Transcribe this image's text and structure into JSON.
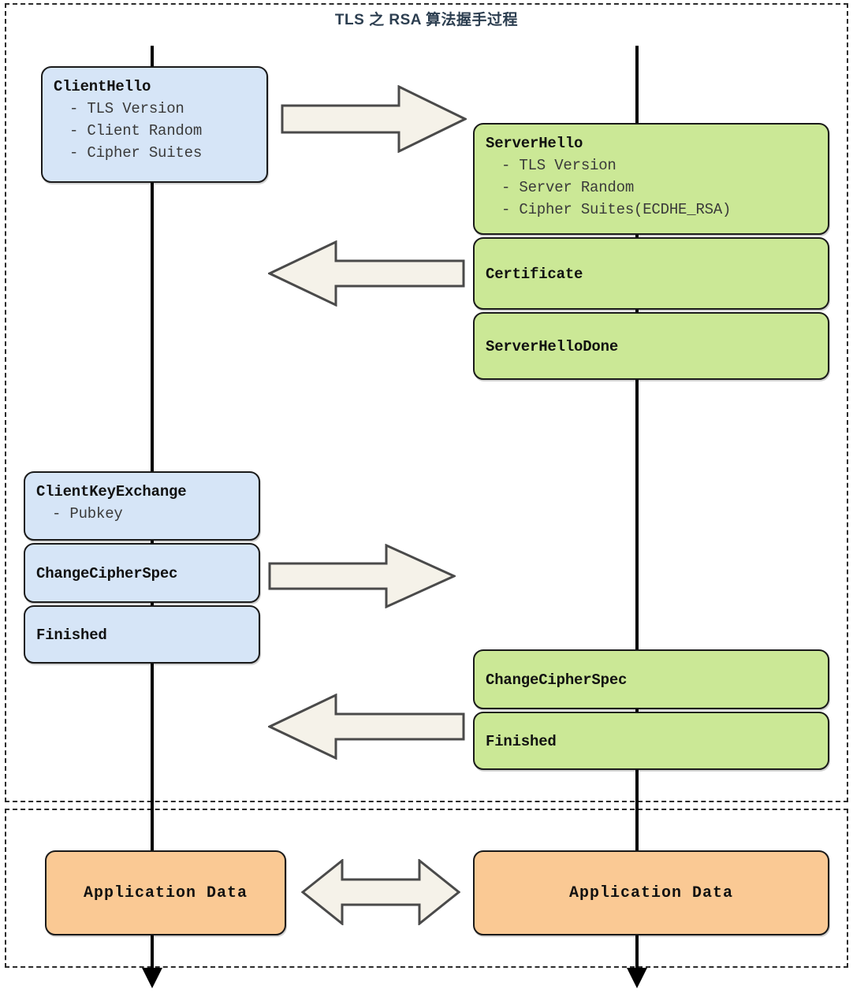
{
  "title": "TLS 之 RSA 算法握手过程",
  "colors": {
    "client_fill": "#d6e5f7",
    "server_fill": "#cbe896",
    "appdata_fill": "#fac994",
    "arrow_fill": "#f5f2e9",
    "arrow_stroke": "#4a4a4a",
    "box_stroke": "#1a1a1a",
    "title_color": "#2c3e50",
    "lifeline_color": "#000000"
  },
  "regions": {
    "handshake_label": "",
    "appdata_label": ""
  },
  "lifelines": {
    "client": "client-lifeline",
    "server": "server-lifeline"
  },
  "messages": {
    "client_hello": {
      "title": "ClientHello",
      "items": [
        "- TLS Version",
        "- Client Random",
        "- Cipher Suites"
      ]
    },
    "server_hello": {
      "title": "ServerHello",
      "items": [
        "- TLS Version",
        "- Server Random",
        "- Cipher Suites(ECDHE_RSA)"
      ]
    },
    "certificate": {
      "title": "Certificate",
      "items": []
    },
    "server_hello_done": {
      "title": "ServerHelloDone",
      "items": []
    },
    "client_key_exchange": {
      "title": "ClientKeyExchange",
      "items": [
        "- Pubkey"
      ]
    },
    "client_change_cipher_spec": {
      "title": "ChangeCipherSpec",
      "items": []
    },
    "client_finished": {
      "title": "Finished",
      "items": []
    },
    "server_change_cipher_spec": {
      "title": "ChangeCipherSpec",
      "items": []
    },
    "server_finished": {
      "title": "Finished",
      "items": []
    },
    "application_data_client": {
      "title": "Application Data"
    },
    "application_data_server": {
      "title": "Application Data"
    }
  },
  "arrows": {
    "hello_right": {
      "name": "client-hello-arrow",
      "direction": "right"
    },
    "certificate_left": {
      "name": "server-response-arrow",
      "direction": "left"
    },
    "client_key_exchange_right": {
      "name": "client-key-exchange-arrow",
      "direction": "right"
    },
    "server_finished_left": {
      "name": "server-finished-arrow",
      "direction": "left"
    },
    "application_data_both": {
      "name": "application-data-arrow",
      "direction": "both"
    }
  }
}
